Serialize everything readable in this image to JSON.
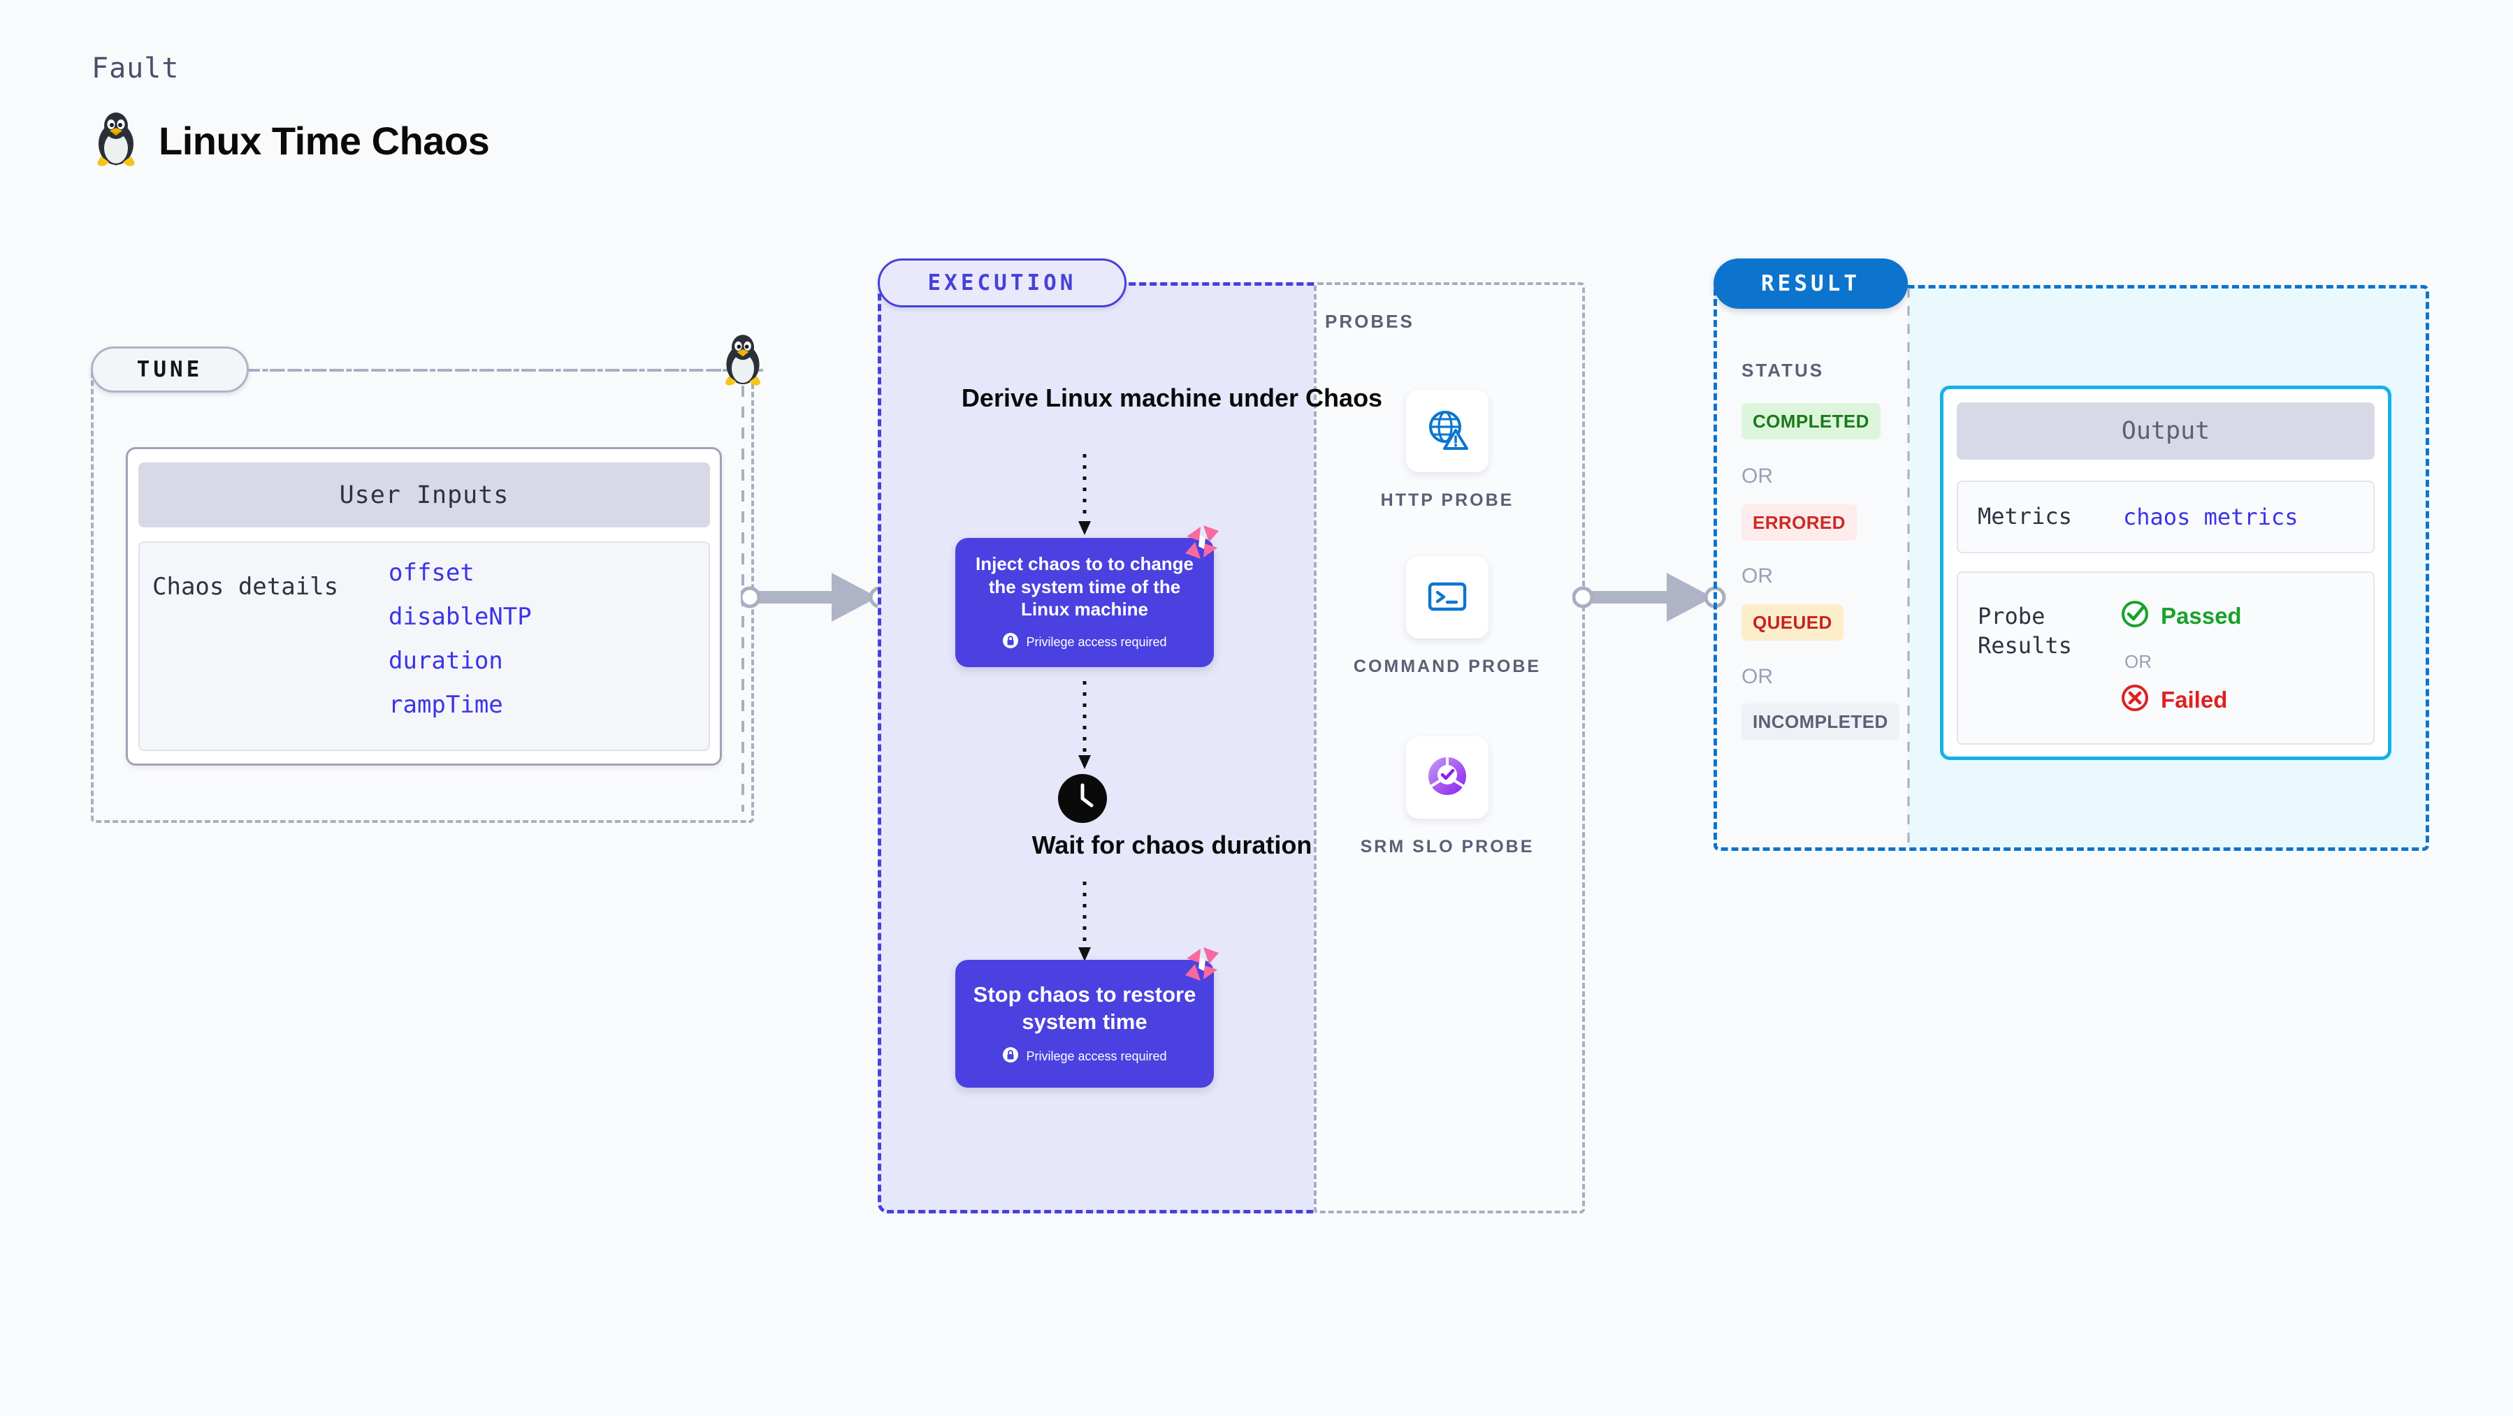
{
  "header": {
    "eyebrow": "Fault",
    "title": "Linux Time Chaos",
    "icon": "linux-penguin-icon"
  },
  "tune": {
    "pill_label": "TUNE",
    "card_title": "User Inputs",
    "detail_label": "Chaos details",
    "params": [
      "offset",
      "disableNTP",
      "duration",
      "rampTime"
    ]
  },
  "execution": {
    "pill_label": "EXECUTION",
    "step_derive": "Derive Linux machine under Chaos",
    "block_inject": "Inject chaos to to change the system time of the Linux machine",
    "privilege_note": "Privilege access required",
    "step_wait": "Wait for chaos duration",
    "block_stop": "Stop chaos to restore system time"
  },
  "probes": {
    "label": "PROBES",
    "items": [
      {
        "name": "HTTP PROBE",
        "icon": "globe-warning-icon"
      },
      {
        "name": "COMMAND PROBE",
        "icon": "terminal-icon"
      },
      {
        "name": "SRM SLO PROBE",
        "icon": "slo-donut-check-icon"
      }
    ]
  },
  "result": {
    "pill_label": "RESULT",
    "status_label": "STATUS",
    "or_label": "OR",
    "statuses": [
      {
        "text": "COMPLETED",
        "bg": "#ddf5dd",
        "fg": "#1a7a1a"
      },
      {
        "text": "ERRORED",
        "bg": "#fdeceb",
        "fg": "#cc2a24"
      },
      {
        "text": "QUEUED",
        "bg": "#fceecb",
        "fg": "#c62222"
      },
      {
        "text": "INCOMPLETED",
        "bg": "#f0f1f6",
        "fg": "#5a6075"
      }
    ],
    "output": {
      "title": "Output",
      "metrics_label": "Metrics",
      "metrics_value": "chaos metrics",
      "probe_results_label": "Probe Results",
      "passed": "Passed",
      "failed": "Failed",
      "or_label": "OR"
    }
  },
  "colors": {
    "background": "#f9fafc",
    "indigo": "#4641d9",
    "chaos_block": "#4a41e0",
    "blue": "#0d74cd",
    "cyan": "#16b0e8",
    "pink": "#f9699e",
    "gray_dash": "#a9aec2"
  }
}
